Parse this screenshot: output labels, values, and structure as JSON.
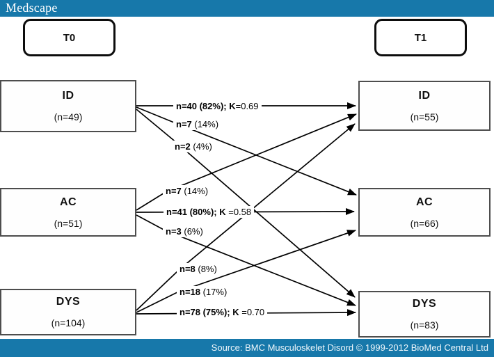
{
  "header": {
    "logo_text": "Medscape"
  },
  "timepoints": {
    "t0": "T0",
    "t1": "T1"
  },
  "nodes": {
    "left": [
      {
        "title": "ID",
        "count": "(n=49)"
      },
      {
        "title": "AC",
        "count": "(n=51)"
      },
      {
        "title": "DYS",
        "count": "(n=104)"
      }
    ],
    "right": [
      {
        "title": "ID",
        "count": "(n=55)"
      },
      {
        "title": "AC",
        "count": "(n=66)"
      },
      {
        "title": "DYS",
        "count": "(n=83)"
      }
    ]
  },
  "edges": [
    {
      "from": "ID",
      "to": "ID",
      "strong": "n=40 (82%); K",
      "weak": "=0.69"
    },
    {
      "from": "ID",
      "to": "AC",
      "strong": "n=7",
      "weak": " (14%)"
    },
    {
      "from": "ID",
      "to": "DYS",
      "strong": "n=2",
      "weak": " (4%)"
    },
    {
      "from": "AC",
      "to": "ID",
      "strong": "n=7",
      "weak": " (14%)"
    },
    {
      "from": "AC",
      "to": "AC",
      "strong": "n=41 (80%); K",
      "weak": " =0.58"
    },
    {
      "from": "AC",
      "to": "DYS",
      "strong": "n=3",
      "weak": " (6%)"
    },
    {
      "from": "DYS",
      "to": "ID",
      "strong": "n=8",
      "weak": " (8%)"
    },
    {
      "from": "DYS",
      "to": "AC",
      "strong": "n=18",
      "weak": " (17%)"
    },
    {
      "from": "DYS",
      "to": "DYS",
      "strong": "n=78 (75%); K",
      "weak": " =0.70"
    }
  ],
  "footer": {
    "source_text": "Source: BMC Musculoskelet Disord © 1999-2012 BioMed Central Ltd"
  },
  "colors": {
    "bar_blue": "#1778aa",
    "line_black": "#000000",
    "box_border": "#4d4d4d"
  }
}
